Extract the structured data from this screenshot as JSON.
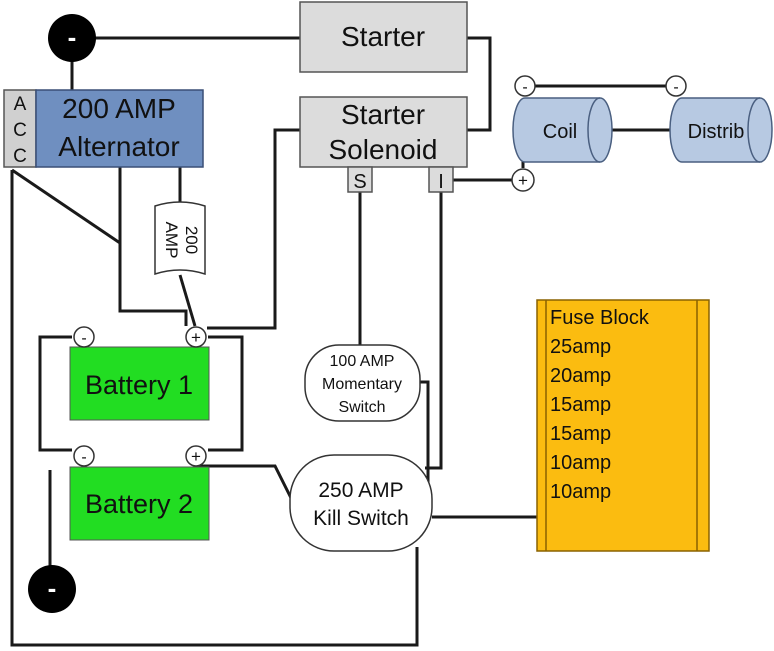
{
  "colors": {
    "wire": "#1a1a1a",
    "starter_fill": "#dcdcdc",
    "alternator_fill": "#6f8fc0",
    "acc_fill": "#d0d0d0",
    "battery_fill": "#22dd22",
    "coil_fill": "#b7c9e2",
    "fuse_fill": "#fbbc10",
    "ground_fill": "#000000"
  },
  "ground": {
    "symbol": "-"
  },
  "starter": {
    "label": "Starter"
  },
  "solenoid": {
    "line1": "Starter",
    "line2": "Solenoid",
    "terminal_s": "S",
    "terminal_i": "I"
  },
  "alternator": {
    "line1": "200 AMP",
    "line2": "Alternator",
    "acc": [
      "A",
      "C",
      "C"
    ]
  },
  "fuse_link": {
    "line1": "200",
    "line2": "AMP"
  },
  "coil": {
    "label": "Coil",
    "neg": "-"
  },
  "distrib": {
    "label": "Distrib",
    "neg": "-"
  },
  "coil_feed": {
    "pos": "+"
  },
  "battery1": {
    "label": "Battery 1",
    "neg": "-",
    "pos": "+"
  },
  "battery2": {
    "label": "Battery 2",
    "neg": "-",
    "pos": "+"
  },
  "momentary_switch": {
    "line1": "100 AMP",
    "line2": "Momentary",
    "line3": "Switch"
  },
  "kill_switch": {
    "line1": "250 AMP",
    "line2": "Kill Switch"
  },
  "fuse_block": {
    "title": "Fuse Block",
    "fuses": [
      "25amp",
      "20amp",
      "15amp",
      "15amp",
      "10amp",
      "10amp"
    ]
  }
}
